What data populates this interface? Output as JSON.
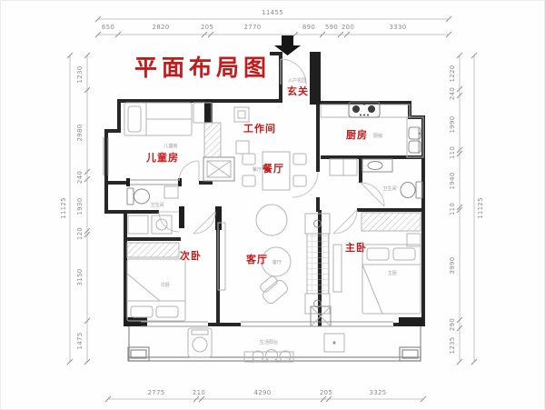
{
  "title": {
    "text": "平面布局图"
  },
  "colors": {
    "label_red": "#c41a1a",
    "wall": "#272727",
    "dim_text": "#8c8c8c",
    "furniture": "#b4b4b4"
  },
  "dimensions": {
    "top": {
      "total": "11455",
      "segments": [
        "650",
        "2820",
        "205",
        "2770",
        "890",
        "590",
        "200",
        "3330"
      ]
    },
    "bottom": {
      "segments": [
        "2775",
        "210",
        "4290",
        "205",
        "3325"
      ]
    },
    "left": {
      "total": "11125",
      "segments": [
        "1230",
        "2980",
        "240",
        "1930",
        "120",
        "3150",
        "1475"
      ]
    },
    "right": {
      "total": "11125",
      "segments": [
        "1220",
        "240",
        "1990",
        "110",
        "1940",
        "110",
        "3990",
        "290",
        "1235"
      ]
    }
  },
  "rooms": {
    "entry": {
      "label": "玄关",
      "sublabel": "入户花园"
    },
    "workroom": {
      "label": "工作间"
    },
    "kitchen": {
      "label": "厨房",
      "sublabel": "厨房"
    },
    "children_room": {
      "label": "儿童房",
      "sublabel": "儿童房"
    },
    "dining": {
      "label": "餐厅",
      "sublabel": "餐厅"
    },
    "second_bedroom": {
      "label": "次卧",
      "sublabel": "次卧"
    },
    "living_room": {
      "label": "客厅",
      "sublabel": "客厅"
    },
    "master_bedroom": {
      "label": "主卧",
      "sublabel": "主卧"
    },
    "bathroom_left": {
      "sublabel": "卫生间"
    },
    "bathroom_right": {
      "sublabel": "卫生间"
    },
    "balcony": {
      "sublabel": "生活阳台"
    }
  }
}
